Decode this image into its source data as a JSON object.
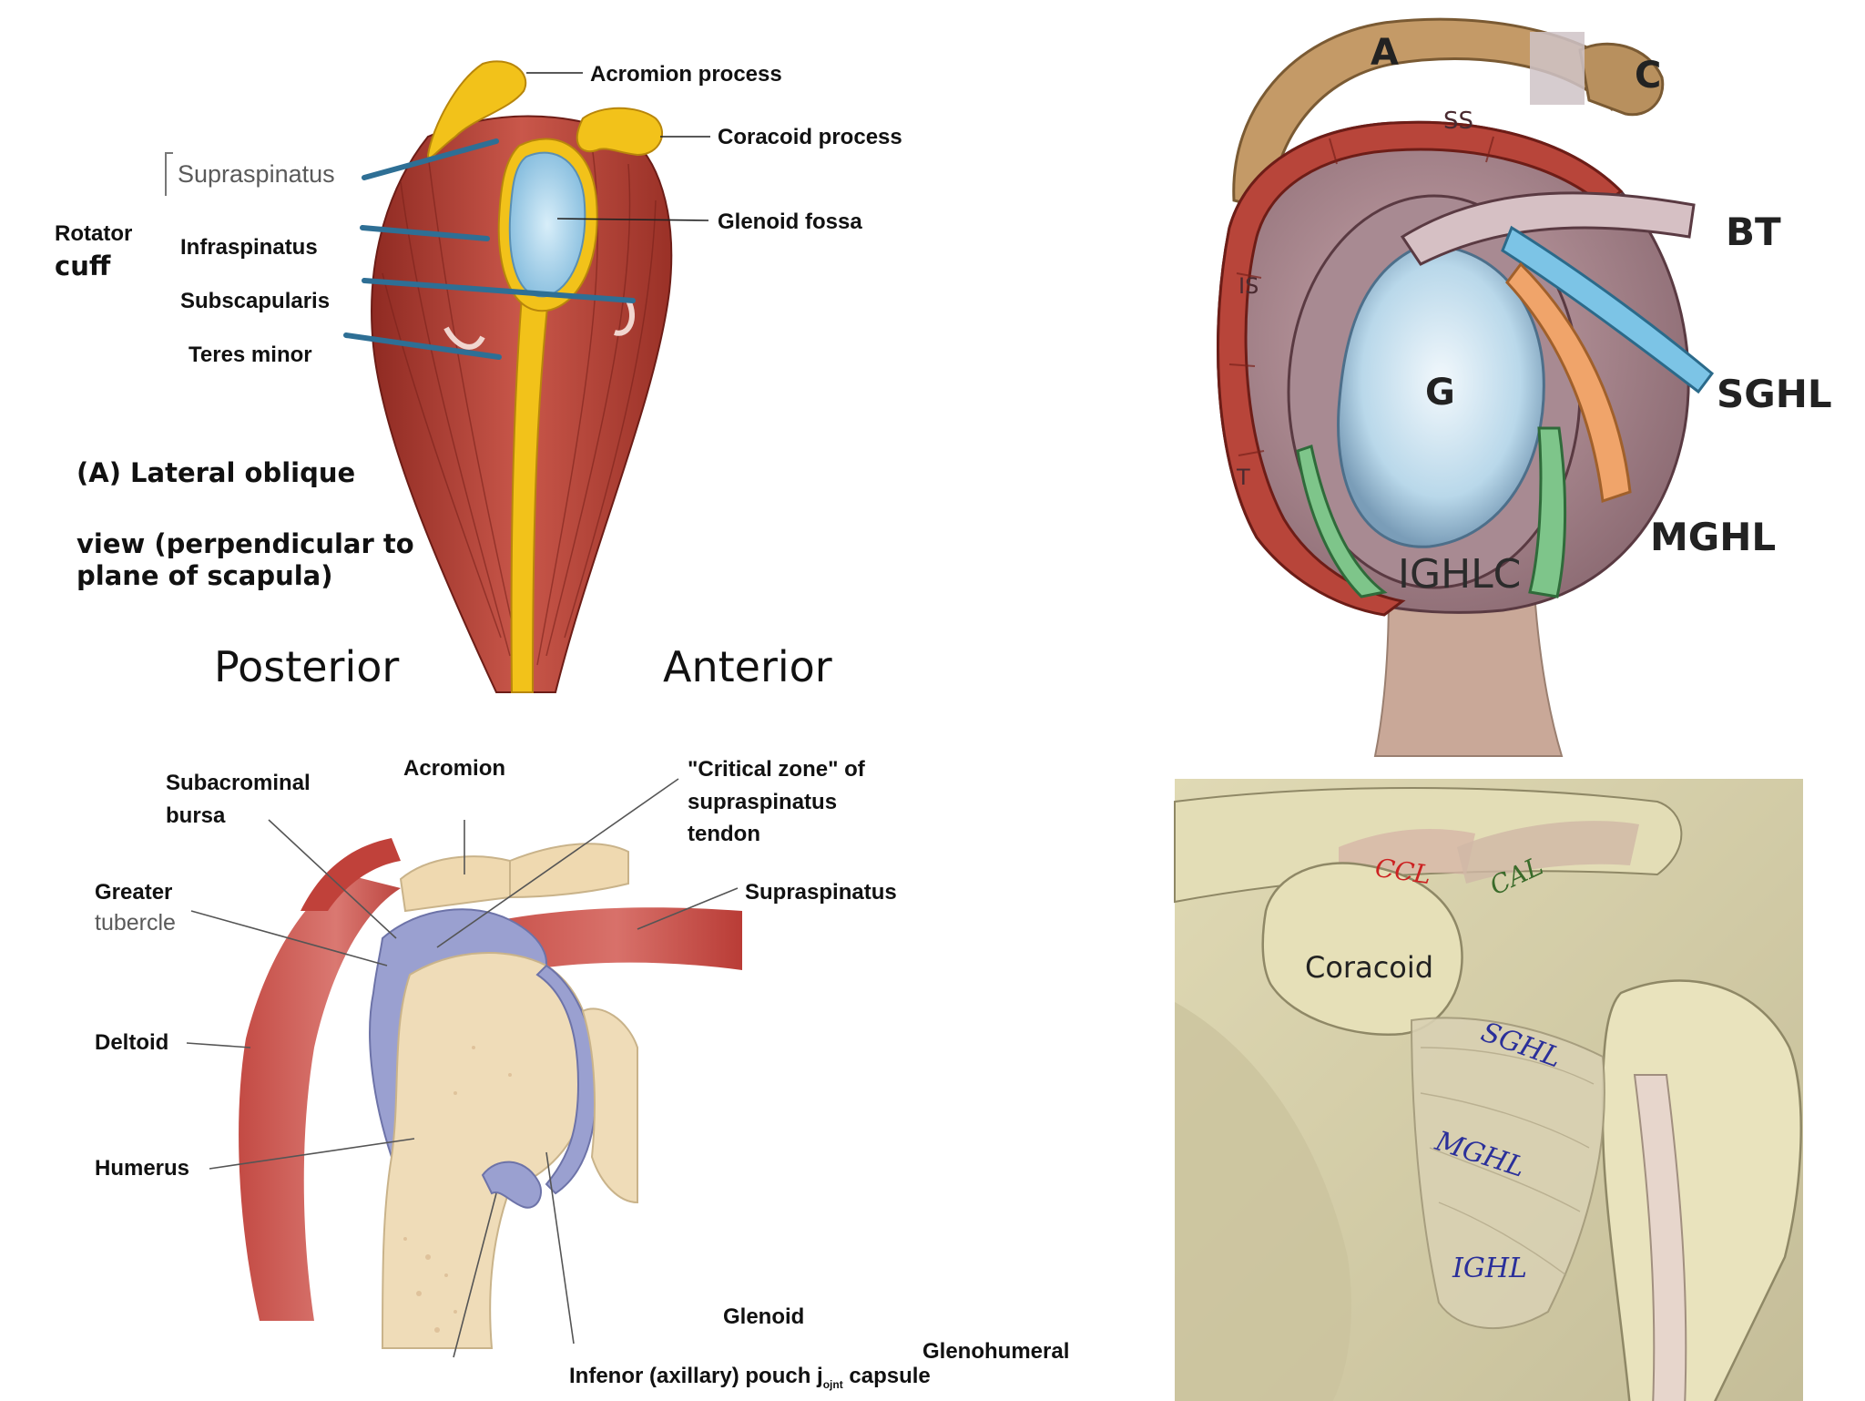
{
  "panel_a": {
    "acromion_process": "Acromion process",
    "coracoid_process": "Coracoid process",
    "supraspinatus": "Supraspinatus",
    "glenoid_fossa": "Glenoid fossa",
    "rotator": "Rotator",
    "cuff": "cuff",
    "infraspinatus": "Infraspinatus",
    "subscapularis": "Subscapularis",
    "teres_minor": "Teres minor",
    "caption_line1": "(A) Lateral oblique",
    "caption_line2": "view (perpendicular to",
    "caption_line3": "plane of scapula)",
    "posterior": "Posterior",
    "anterior": "Anterior"
  },
  "panel_b": {
    "subacrominal": "Subacrominal",
    "bursa": "bursa",
    "acromion": "Acromion",
    "critical_line1": "\"Critical zone\" of",
    "critical_line2": "supraspinatus",
    "critical_line3": "tendon",
    "greater": "Greater",
    "tubercle": "tubercle",
    "supraspinatus": "Supraspinatus",
    "deltoid": "Deltoid",
    "humerus": "Humerus",
    "glenoid": "Glenoid",
    "glenohumeral": "Glenohumeral",
    "pouch_prefix": "Infenor (axillary) pouch ",
    "pouch_sub": "ojnt",
    "pouch_j": "j",
    "pouch_suffix": " capsule"
  },
  "panel_c": {
    "A": "A",
    "C": "C",
    "SS": "SS",
    "BT": "BT",
    "IS": "IS",
    "G": "G",
    "SGHL": "SGHL",
    "T": "T",
    "MGHL": "MGHL",
    "IGHLC": "IGHLC"
  },
  "panel_d": {
    "CCL": "CCL",
    "CAL": "CAL",
    "coracoid": "Coracoid",
    "SGHL": "SGHL",
    "MGHL": "MGHL",
    "IGHL": "IGHL"
  },
  "colors": {
    "muscle": "#b8453a",
    "bone_yellow": "#f2c21a",
    "glenoid_blue": "#a9d6ee",
    "leader_blue": "#2e6f95",
    "bone_tan": "#efd9b0",
    "cartilage": "#9aa0d0",
    "ccl_red": "#cc2222",
    "cal_green": "#3a6b2a",
    "ghl_blue": "#2a2f9a"
  }
}
